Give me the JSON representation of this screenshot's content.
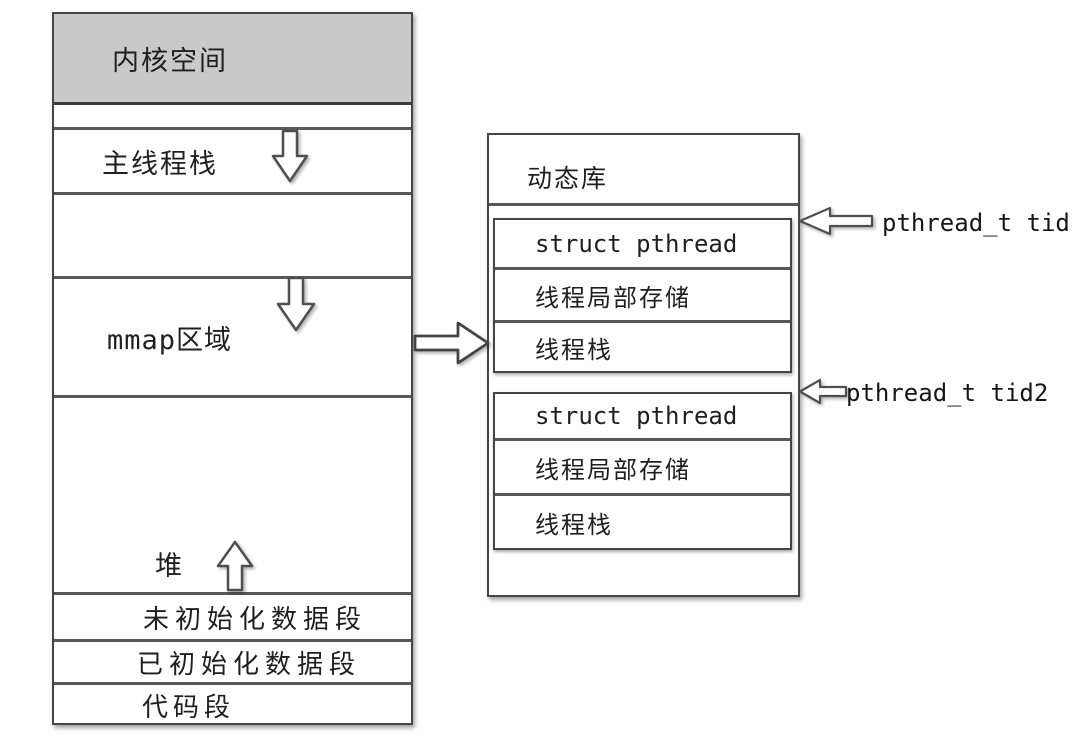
{
  "memory_map": {
    "kernel": "内核空间",
    "main_thread_stack": "主线程栈",
    "mmap_region": "mmap区域",
    "heap": "堆",
    "uninitialized_data": "未初始化数据段",
    "initialized_data": "已初始化数据段",
    "code": "代码段"
  },
  "dynamic_library": {
    "title": "动态库",
    "thread_blocks": [
      {
        "struct": "struct pthread",
        "tls": "线程局部存储",
        "stack": "线程栈"
      },
      {
        "struct": "struct pthread",
        "tls": "线程局部存储",
        "stack": "线程栈"
      }
    ]
  },
  "annotations": {
    "tid": "pthread_t tid",
    "tid2": "pthread_t tid2"
  },
  "colors": {
    "background": "#ffffff",
    "kernel_fill": "#c9c9c9",
    "box_border": "#454545",
    "separator_line": "#585858",
    "text": "#1f1f1f",
    "arrow_fill": "#ffffff",
    "arrow_outline": "#4f4f4f"
  }
}
